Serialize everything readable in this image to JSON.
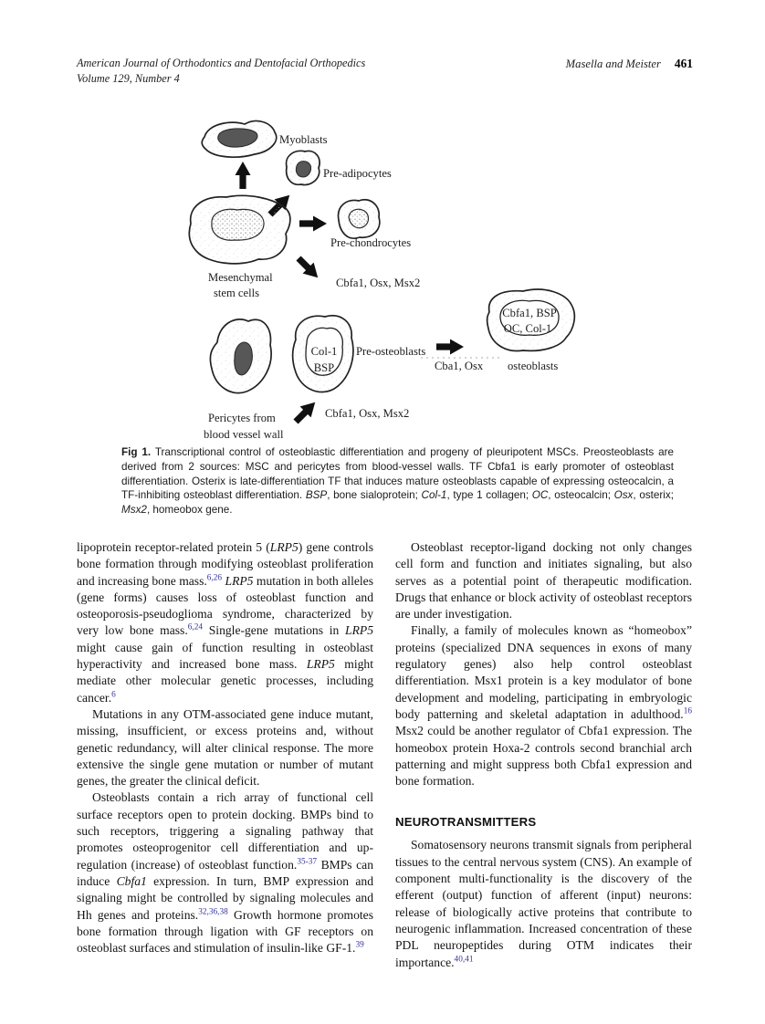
{
  "colors": {
    "citation_blue": "#32329b",
    "ink": "#161616"
  },
  "header": {
    "journal_line1": "American Journal of Orthodontics and Dentofacial Orthopedics",
    "journal_line2": "Volume 129, Number 4",
    "authors": "Masella and Meister",
    "page_number": "461"
  },
  "figure": {
    "labels": {
      "myoblasts": "Myoblasts",
      "pre_adipocytes": "Pre-adipocytes",
      "pre_chondrocytes": "Pre-chondrocytes",
      "msc_line1": "Mesenchymal",
      "msc_line2": "stem cells",
      "tf_top": "Cbfa1, Osx, Msx2",
      "col1": "Col-1",
      "bsp": "BSP",
      "pre_osteoblasts": "Pre-osteoblasts",
      "tf_bottom": "Cbfa1, Osx, Msx2",
      "cba1_osx": "Cba1, Osx",
      "osteoblast_inner_line1": "Cbfa1, BSP",
      "osteoblast_inner_line2": "OC, Col-1",
      "osteoblasts": "osteoblasts",
      "pericytes_line1": "Pericytes from",
      "pericytes_line2": "blood vessel wall"
    }
  },
  "caption": {
    "segments": [
      {
        "t": "Fig 1.",
        "s": "b"
      },
      {
        "t": " Transcriptional control of osteoblastic differentiation and progeny of pleuripotent MSCs. Preosteoblasts are derived from 2 sources: MSC and pericytes from blood-vessel walls. TF Cbfa1 is early promoter of osteoblast differentiation. Osterix is late-differentiation TF that induces mature osteoblasts capable of expressing osteocalcin, a TF-inhibiting osteoblast differentiation. ",
        "s": ""
      },
      {
        "t": "BSP",
        "s": "i"
      },
      {
        "t": ", bone sialoprotein; ",
        "s": ""
      },
      {
        "t": "Col-1",
        "s": "i"
      },
      {
        "t": ", type 1 collagen; ",
        "s": ""
      },
      {
        "t": "OC",
        "s": "i"
      },
      {
        "t": ", osteocalcin; ",
        "s": ""
      },
      {
        "t": "Osx",
        "s": "i"
      },
      {
        "t": ", osterix; ",
        "s": ""
      },
      {
        "t": "Msx2",
        "s": "i"
      },
      {
        "t": ", homeobox gene.",
        "s": ""
      }
    ]
  },
  "body": {
    "left_paragraphs": [
      {
        "indent": false,
        "segments": [
          {
            "t": "lipoprotein receptor-related protein 5 (",
            "s": ""
          },
          {
            "t": "LRP5",
            "s": "i"
          },
          {
            "t": ") gene controls bone formation through modifying osteoblast proliferation and increasing bone mass.",
            "s": ""
          },
          {
            "t": "6,26",
            "s": "sup"
          },
          {
            "t": " ",
            "s": ""
          },
          {
            "t": "LRP5",
            "s": "i"
          },
          {
            "t": " mutation in both alleles (gene forms) causes loss of osteoblast function and osteoporosis-pseudoglioma syndrome, characterized by very low bone mass.",
            "s": ""
          },
          {
            "t": "6,24",
            "s": "sup"
          },
          {
            "t": " Single-gene mutations in ",
            "s": ""
          },
          {
            "t": "LRP5",
            "s": "i"
          },
          {
            "t": " might cause gain of function resulting in osteoblast hyperactivity and increased bone mass. ",
            "s": ""
          },
          {
            "t": "LRP5",
            "s": "i"
          },
          {
            "t": " might mediate other molecular genetic processes, including cancer.",
            "s": ""
          },
          {
            "t": "6",
            "s": "sup"
          }
        ]
      },
      {
        "indent": true,
        "segments": [
          {
            "t": "Mutations in any OTM-associated gene induce mutant, missing, insufficient, or excess proteins and, without genetic redundancy, will alter clinical response. The more extensive the single gene mutation or number of mutant genes, the greater the clinical deficit.",
            "s": ""
          }
        ]
      },
      {
        "indent": true,
        "segments": [
          {
            "t": "Osteoblasts contain a rich array of functional cell surface receptors open to protein docking. BMPs bind to such receptors, triggering a signaling pathway that promotes osteoprogenitor cell differentiation and up-regulation (increase) of osteoblast function.",
            "s": ""
          },
          {
            "t": "35-37",
            "s": "sup"
          },
          {
            "t": " BMPs can induce ",
            "s": ""
          },
          {
            "t": "Cbfa1",
            "s": "i"
          },
          {
            "t": " expression. In turn, BMP expression and signaling might be controlled by signaling molecules and Hh genes and proteins.",
            "s": ""
          },
          {
            "t": "32,36,38",
            "s": "sup"
          },
          {
            "t": " Growth hormone promotes bone formation through ligation with GF receptors on osteoblast surfaces and stimulation of insulin-like GF-1.",
            "s": ""
          },
          {
            "t": "39",
            "s": "sup"
          }
        ]
      }
    ],
    "right_paragraphs_before_heading": [
      {
        "indent": true,
        "segments": [
          {
            "t": "Osteoblast receptor-ligand docking not only changes cell form and function and initiates signaling, but also serves as a potential point of therapeutic modification. Drugs that enhance or block activity of osteoblast receptors are under investigation.",
            "s": ""
          }
        ]
      },
      {
        "indent": true,
        "segments": [
          {
            "t": "Finally, a family of molecules known as “homeobox” proteins (specialized DNA sequences in exons of many regulatory genes) also help control osteoblast differentiation. Msx1 protein is a key modulator of bone development and modeling, participating in embryologic body patterning and skeletal adaptation in adulthood.",
            "s": ""
          },
          {
            "t": "16",
            "s": "sup"
          },
          {
            "t": " Msx2 could be another regulator of Cbfa1 expression. The homeobox protein Hoxa-2 controls second branchial arch patterning and might suppress both Cbfa1 expression and bone formation.",
            "s": ""
          }
        ]
      }
    ],
    "section_heading": "NEUROTRANSMITTERS",
    "right_paragraphs_after_heading": [
      {
        "indent": true,
        "segments": [
          {
            "t": "Somatosensory neurons transmit signals from peripheral tissues to the central nervous system (CNS). An example of component multi-functionality is the discovery of the efferent (output) function of afferent (input) neurons: release of biologically active proteins that contribute to neurogenic inflammation. Increased concentration of these PDL neuropeptides during OTM indicates their importance.",
            "s": ""
          },
          {
            "t": "40,41",
            "s": "sup"
          }
        ]
      }
    ]
  }
}
